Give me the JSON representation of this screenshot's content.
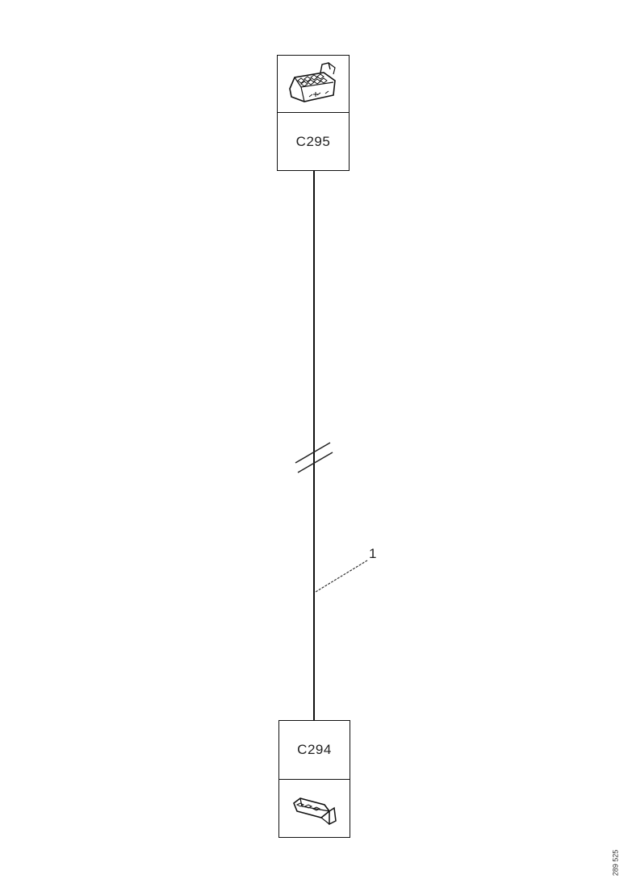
{
  "connectors": {
    "top": {
      "label": "C295",
      "icon": "connector-housing-icon"
    },
    "bottom": {
      "label": "C294",
      "icon": "connector-plug-icon"
    }
  },
  "wire": {
    "callout": "1"
  },
  "reference_code": "289 525"
}
